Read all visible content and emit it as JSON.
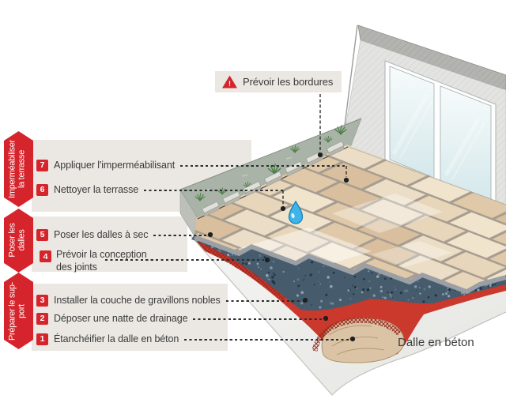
{
  "ribbon_groups": [
    {
      "ribbon": {
        "line1": "Imperméabiliser",
        "line2": "la terrasse"
      },
      "steps": [
        {
          "num": "7",
          "label": "Appliquer l'imperméabilisant"
        },
        {
          "num": "6",
          "label": "Nettoyer la terrasse"
        }
      ]
    },
    {
      "ribbon": {
        "line1": "Poser les",
        "line2": "dalles"
      },
      "steps": [
        {
          "num": "5",
          "label": "Poser les dalles à sec"
        },
        {
          "num": "4",
          "line1": "Prévoir la conception",
          "line2": "des joints"
        }
      ]
    },
    {
      "ribbon": {
        "line1": "Préparer le sup-",
        "line2": "port"
      },
      "steps": [
        {
          "num": "3",
          "label": "Installer la couche de gravillons nobles"
        },
        {
          "num": "2",
          "label": "Déposer une natte de drainage"
        },
        {
          "num": "1",
          "label": "Étanchéifier la dalle en béton"
        }
      ]
    }
  ],
  "callouts": {
    "warning": "Prévoir les bordures",
    "warning_glyph": "!",
    "slab": "Dalle en béton"
  },
  "icons": {
    "warning": "warning-triangle-icon",
    "droplet": "water-droplet-icon"
  },
  "colors": {
    "accent_red": "#d5242c",
    "panel_gray": "#ebe8e3",
    "text_dark": "#3a3a3a",
    "lawn_green": "#a9b3a7",
    "grass_green": "#4e8048",
    "tile_beige": "#e6d3b4",
    "joint_gray": "#a79d90",
    "gravel_blue": "#465c6d",
    "drainage_red": "#cb382c",
    "sand_tan": "#dac4a5",
    "concrete_gray": "#f0f0ee",
    "droplet_blue": "#3eb4e9",
    "glass_blue": "#dcecee",
    "wall_gray": "#e3e3e1"
  }
}
